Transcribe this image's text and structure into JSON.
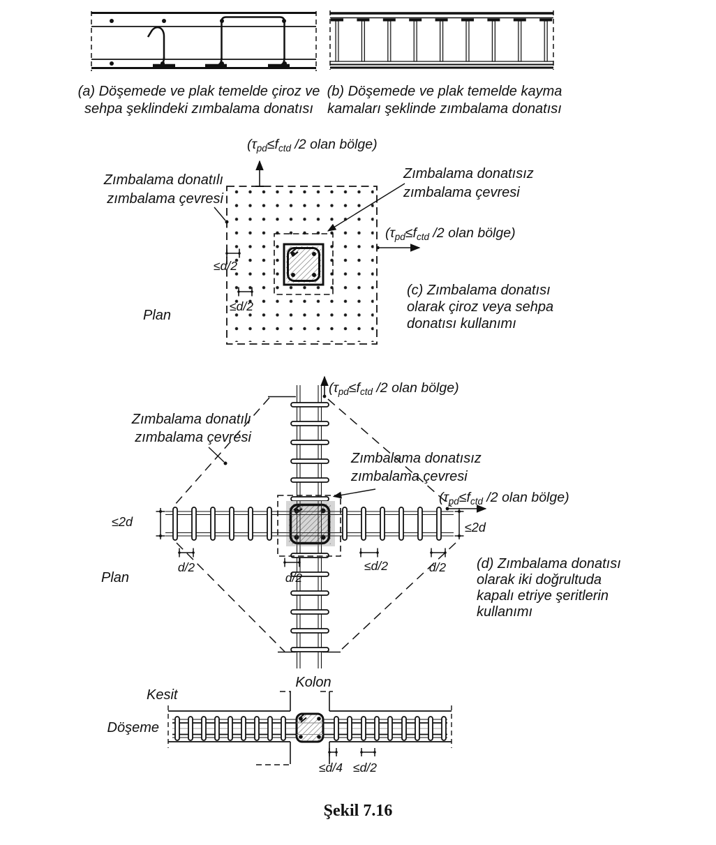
{
  "captions": {
    "a": [
      "(a) Döşemede ve plak temelde çiroz ve",
      "sehpa şeklindeki zımbalama donatısı"
    ],
    "b": [
      "(b) Döşemede ve plak temelde kayma",
      "kamaları şeklinde zımbalama donatısı"
    ],
    "c": [
      "(c) Zımbalama donatısı",
      "olarak çiroz veya sehpa",
      "donatısı kullanımı"
    ],
    "d": [
      "(d) Zımbalama donatısı",
      "olarak iki doğrultuda",
      "kapalı etriye şeritlerin",
      "kullanımı"
    ],
    "figure": "Şekil 7.16"
  },
  "labels": {
    "tau_region": {
      "pre": "(τ",
      "sub1": "pd",
      "mid": "≤f",
      "sub2": "ctd",
      "post": " /2 olan bölge)"
    },
    "reinforced_perimeter": [
      "Zımbalama donatılı",
      "zımbalama çevresi"
    ],
    "unreinforced_perimeter": [
      "Zımbalama donatısız",
      "zımbalama çevresi"
    ],
    "plan": "Plan",
    "section": "Kesit",
    "column": "Kolon",
    "slab": "Döşeme"
  },
  "dimensions": {
    "le_d2": "≤d/2",
    "d2": "d/2",
    "le_2d": "≤2d",
    "le_d4": "≤d/4"
  }
}
